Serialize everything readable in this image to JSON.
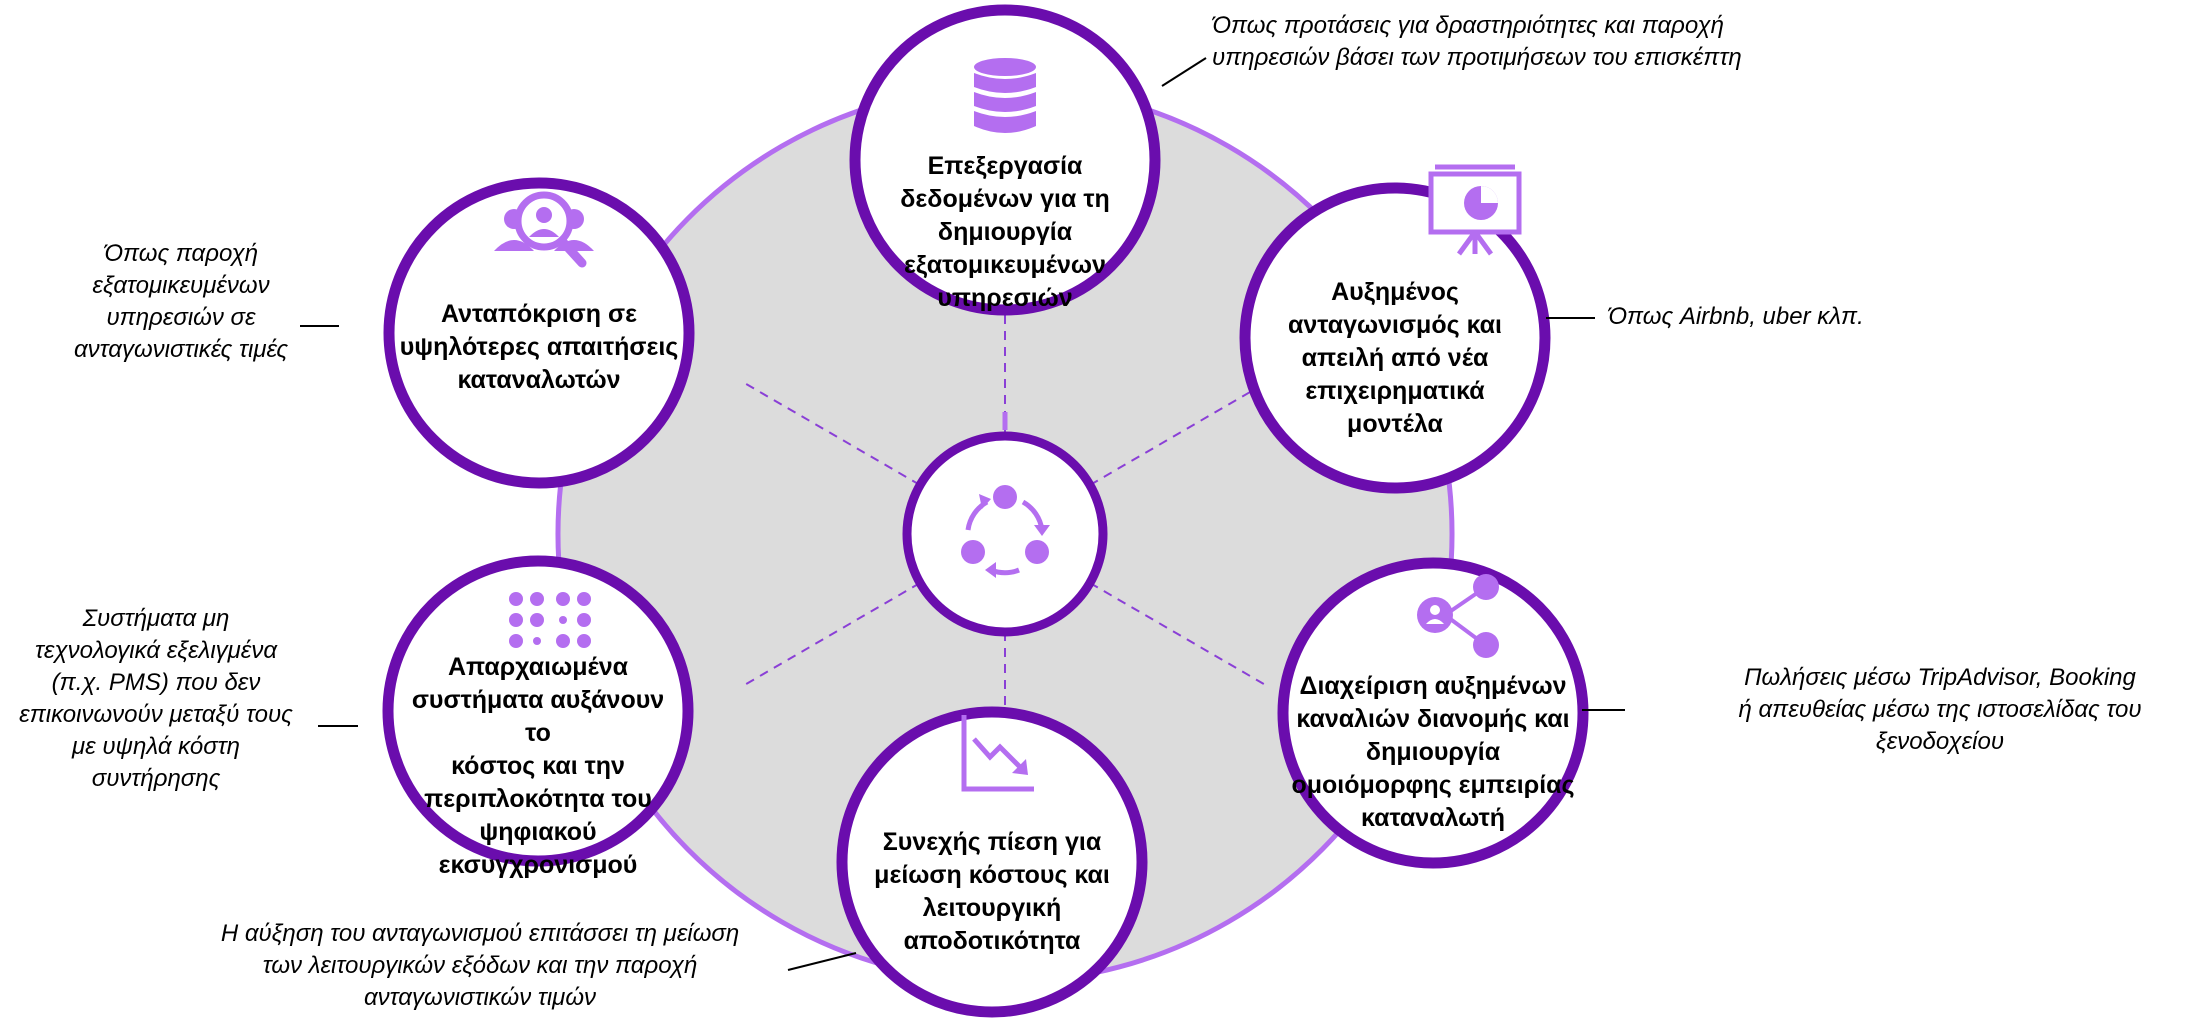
{
  "colors": {
    "ring": "#6a0dad",
    "spoke": "#b46ef0",
    "hub_fill": "#dcdcdc",
    "icon": "#b46ef0",
    "dash": "#8a3fd6",
    "leader": "#000000"
  },
  "center": {
    "icon": "cycle-arrows-icon"
  },
  "nodes": [
    {
      "id": "top",
      "icon": "database-icon",
      "label": "Επεξεργασία\nδεδομένων για τη\nδημιουργία\nεξατομικευμένων\nυπηρεσιών"
    },
    {
      "id": "upper-right",
      "icon": "presentation-chart-icon",
      "label": "Αυξημένος\nανταγωνισμός και\nαπειλή από νέα\nεπιχειρηματικά\nμοντέλα"
    },
    {
      "id": "lower-right",
      "icon": "share-network-icon",
      "label": "Διαχείριση αυξημένων\nκαναλιών διανομής και\nδημιουργία\nομοιόμορφης εμπειρίας\nκαταναλωτή"
    },
    {
      "id": "bottom",
      "icon": "trend-down-icon",
      "label": "Συνεχής πίεση για\nμείωση κόστους και\nλειτουργική\nαποδοτικότητα"
    },
    {
      "id": "lower-left",
      "icon": "dot-grid-icon",
      "label": "Απαρχαιωμένα\nσυστήματα αυξάνουν το\nκόστος και την\nπεριπλοκότητα του\nψηφιακού\nεκσυγχρονισμού"
    },
    {
      "id": "upper-left",
      "icon": "user-search-icon",
      "label": "Ανταπόκριση σε\nυψηλότερες απαιτήσεις\nκαταναλωτών"
    }
  ],
  "notes": {
    "top": "Όπως προτάσεις για δραστηριότητες και παροχή\nυπηρεσιών βάσει των προτιμήσεων του επισκέπτη",
    "upper_right": "Όπως Airbnb, uber κλπ.",
    "lower_right": "Πωλήσεις μέσω TripAdvisor, Booking\nή απευθείας μέσω της ιστοσελίδας του\nξενοδοχείου",
    "bottom": "Η αύξηση του ανταγωνισμού επιτάσσει τη μείωση\nτων λειτουργικών εξόδων και την παροχή\nανταγωνιστικών τιμών",
    "lower_left": "Συστήματα μη\nτεχνολογικά εξελιγμένα\n(π.χ. PMS) που δεν\nεπικοινωνούν μεταξύ τους\nμε υψηλά κόστη\nσυντήρησης",
    "upper_left": "Όπως παροχή\nεξατομικευμένων\nυπηρεσιών σε\nανταγωνιστικές τιμές"
  }
}
